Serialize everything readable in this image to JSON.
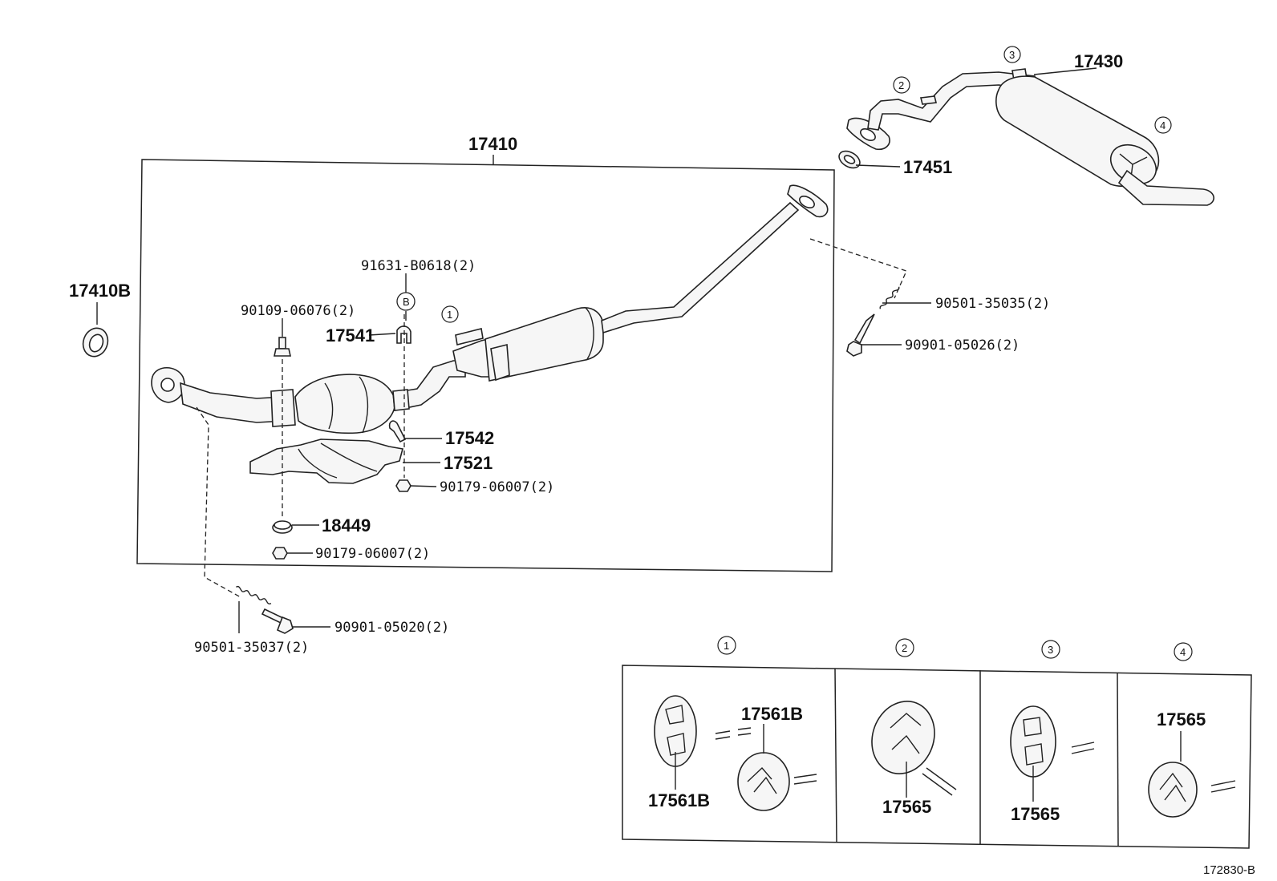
{
  "labels": {
    "assembly": "17410",
    "gasket_left": "17410B",
    "muffler": "17430",
    "gasket_right": "17451",
    "bolt_b": "91631-B0618(2)",
    "bolt_stud": "90109-06076(2)",
    "clamp_upper": "17541",
    "clamp_lower": "17542",
    "heat_insulator": "17521",
    "nut_right": "90179-06007(2)",
    "bushing": "18449",
    "nut_left": "90179-06007(2)",
    "spring_right": "90501-35035(2)",
    "bolt_right": "90901-05026(2)",
    "spring_left": "90501-35037(2)",
    "bolt_left": "90901-05020(2)",
    "callout_b": "B",
    "callout_1": "1",
    "callout_2": "2",
    "callout_3": "3",
    "callout_4": "4",
    "figure_code": "172830-B"
  },
  "detail_panels": [
    {
      "number": "1",
      "parts": [
        "17561B",
        "17561B"
      ]
    },
    {
      "number": "2",
      "parts": [
        "17565"
      ]
    },
    {
      "number": "3",
      "parts": [
        "17565"
      ]
    },
    {
      "number": "4",
      "parts": [
        "17565"
      ]
    }
  ]
}
